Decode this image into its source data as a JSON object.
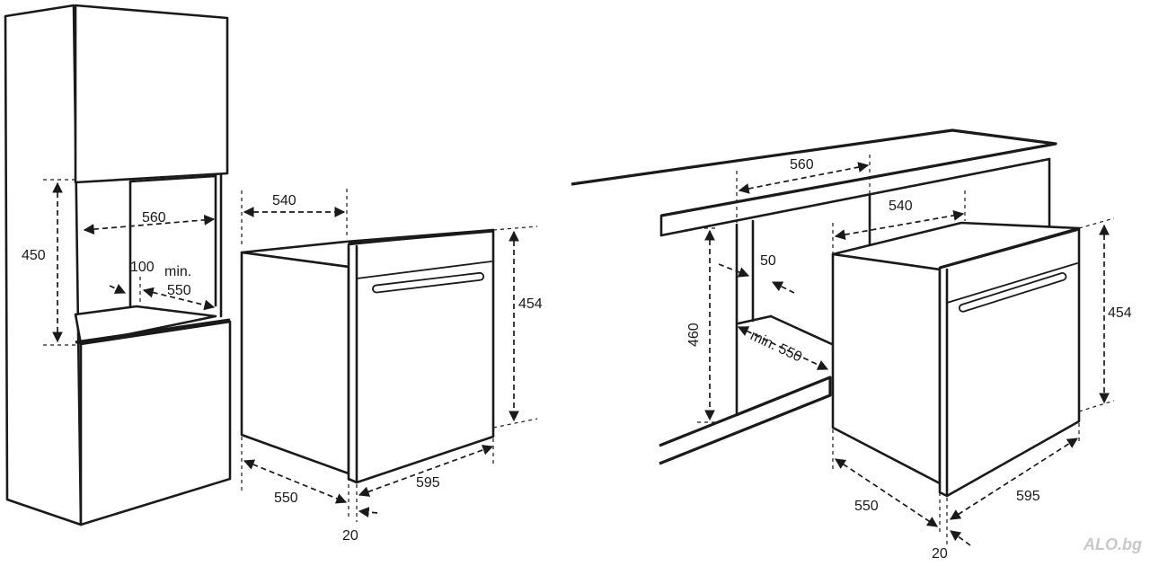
{
  "diagram": {
    "tall_cabinet": {
      "height": "450",
      "width": "560",
      "gap": "100",
      "min_label": "min.",
      "depth": "550"
    },
    "oven_left": {
      "depth": "540",
      "height": "454",
      "side_depth": "550",
      "front_width": "595",
      "front_thickness": "20"
    },
    "under_counter": {
      "width": "560",
      "height": "460",
      "gap": "50",
      "depth": "min. 550"
    },
    "oven_right": {
      "depth": "540",
      "height": "454",
      "side_depth": "550",
      "front_width": "595",
      "front_thickness": "20"
    },
    "watermark": "ALO.bg",
    "colors": {
      "line": "#1a1a1a",
      "background": "#ffffff",
      "watermark": "#c8c8c8"
    }
  }
}
